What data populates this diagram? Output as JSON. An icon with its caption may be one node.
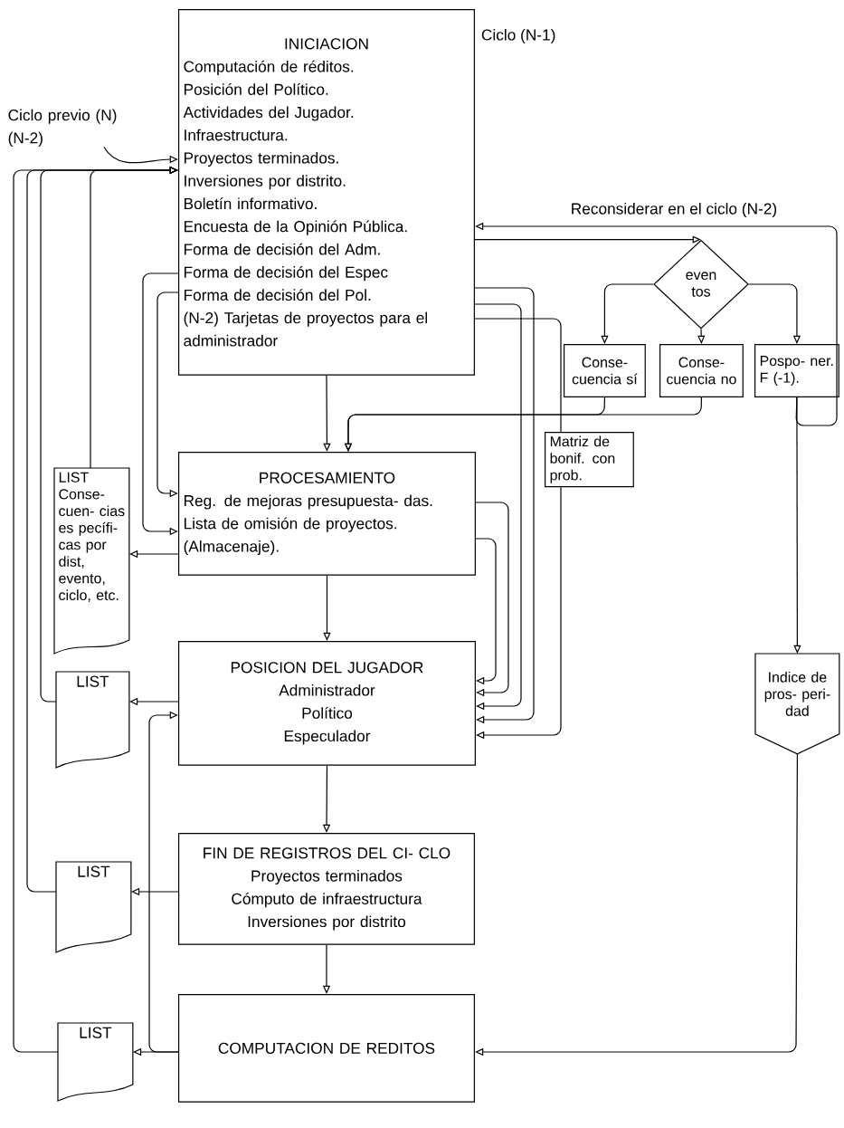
{
  "diagram": {
    "nodes": [
      {
        "text": [
          "INICIACION",
          "Computación de réditos.",
          "Posición del Político.",
          "Actividades del Jugador.",
          "Infraestructura.",
          "Proyectos terminados.",
          "Inversiones por distrito.",
          "Boletín informativo.",
          "Encuesta de la Opinión Pública.",
          "Forma de decisión del Adm.",
          "Forma de decisión del Espec",
          "Forma de decisión del Pol.",
          "(N-2) Tarjetas de proyectos para el administrador"
        ]
      },
      {
        "text": [
          "Ciclo previo (N)",
          "(N-2)"
        ]
      },
      {
        "text": [
          "even tos"
        ]
      },
      {
        "text": [
          "Conse- cuencia sí"
        ]
      },
      {
        "text": [
          "Conse- cuencia no"
        ]
      },
      {
        "text": [
          "Pospo- ner. F (-1)."
        ]
      },
      {
        "text": [
          "Matriz de bonif. con prob."
        ]
      },
      {
        "text": [
          "LIST",
          "Conse- cuen- cias es pecífi- cas por dist, evento, ciclo, etc."
        ]
      },
      {
        "text": [
          "PROCESAMIENTO",
          "Reg. de mejoras presupuesta- das.",
          "Lista de omisión de proyectos.",
          "(Almacenaje)."
        ]
      },
      {
        "text": [
          "LIST"
        ]
      },
      {
        "text": [
          "POSICION DEL JUGADOR",
          "Administrador",
          "Político",
          "Especulador"
        ]
      },
      {
        "text": [
          "Indice de pros- peri- dad"
        ]
      },
      {
        "text": [
          "LIST"
        ]
      },
      {
        "text": [
          "FIN DE REGISTROS DEL CI- CLO",
          "Proyectos terminados",
          "Cómputo de infraestructura",
          "Inversiones por distrito"
        ]
      },
      {
        "text": [
          "LIST"
        ]
      },
      {
        "text": [
          "COMPUTACION DE REDITOS"
        ]
      }
    ],
    "edges": [
      {
        "from": 1,
        "to": 0,
        "arrow": "to"
      },
      {
        "from": 0,
        "to": 2,
        "arrow": "to"
      },
      {
        "from": 2,
        "to": 3,
        "arrow": "to"
      },
      {
        "from": 2,
        "to": 4,
        "arrow": "to"
      },
      {
        "from": 2,
        "to": 5,
        "arrow": "to"
      },
      {
        "from": 5,
        "to": 0,
        "arrow": "to",
        "label": "Reconsiderar en el ciclo (N-2)"
      },
      {
        "from": 0,
        "to": 8,
        "arrow": "to"
      },
      {
        "from": 0,
        "to": 8,
        "arrow": "to"
      },
      {
        "from": 0,
        "to": 8,
        "arrow": "to"
      },
      {
        "from": 3,
        "to": 8,
        "arrow": "to"
      },
      {
        "from": 4,
        "to": 8,
        "arrow": "to"
      },
      {
        "from": 0,
        "to": 6,
        "arrow": "none"
      },
      {
        "from": 0,
        "to": 10,
        "arrow": "to"
      },
      {
        "from": 0,
        "to": 10,
        "arrow": "to"
      },
      {
        "from": 6,
        "to": 10,
        "arrow": "to"
      },
      {
        "from": 8,
        "to": 10,
        "arrow": "to"
      },
      {
        "from": 8,
        "to": 10,
        "arrow": "to"
      },
      {
        "from": 8,
        "to": 7,
        "arrow": "to"
      },
      {
        "from": 7,
        "to": 0,
        "arrow": "to"
      },
      {
        "from": 8,
        "to": 10,
        "arrow": "to"
      },
      {
        "from": 10,
        "to": 9,
        "arrow": "to"
      },
      {
        "from": 9,
        "to": 0,
        "arrow": "to"
      },
      {
        "from": 5,
        "to": 11,
        "arrow": "to"
      },
      {
        "from": 10,
        "to": 13,
        "arrow": "to"
      },
      {
        "from": 13,
        "to": 12,
        "arrow": "to"
      },
      {
        "from": 12,
        "to": 0,
        "arrow": "to"
      },
      {
        "from": 13,
        "to": 15,
        "arrow": "to"
      },
      {
        "from": 15,
        "to": 14,
        "arrow": "to"
      },
      {
        "from": 14,
        "to": 0,
        "arrow": "to"
      },
      {
        "from": 15,
        "to": 10,
        "arrow": "to"
      },
      {
        "from": 11,
        "to": 15,
        "arrow": "to"
      }
    ],
    "labels": [
      "Ciclo (N-1)"
    ]
  }
}
